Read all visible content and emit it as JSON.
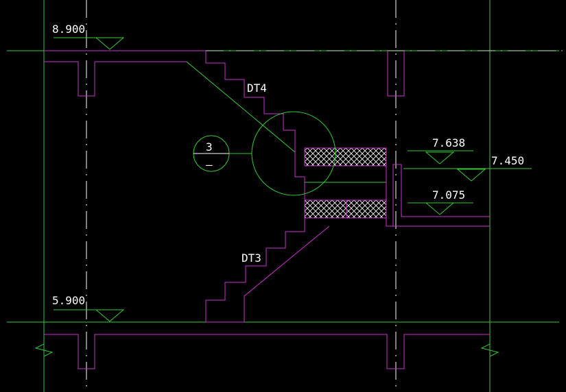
{
  "drawing": {
    "background_color": "#000000",
    "colors": {
      "green": "#33cc33",
      "magenta": "#cc33cc",
      "white": "#ffffff",
      "hatch_fill": "#ffffff"
    },
    "stair_labels": {
      "upper_flight": "DT4",
      "lower_flight": "DT3"
    },
    "elevations": {
      "top": "8.900",
      "landing_top": "7.638",
      "landing_mid": "7.450",
      "landing_bottom": "7.075",
      "bottom": "5.900"
    },
    "detail_callout": {
      "number": "3",
      "sheet": "–"
    }
  }
}
